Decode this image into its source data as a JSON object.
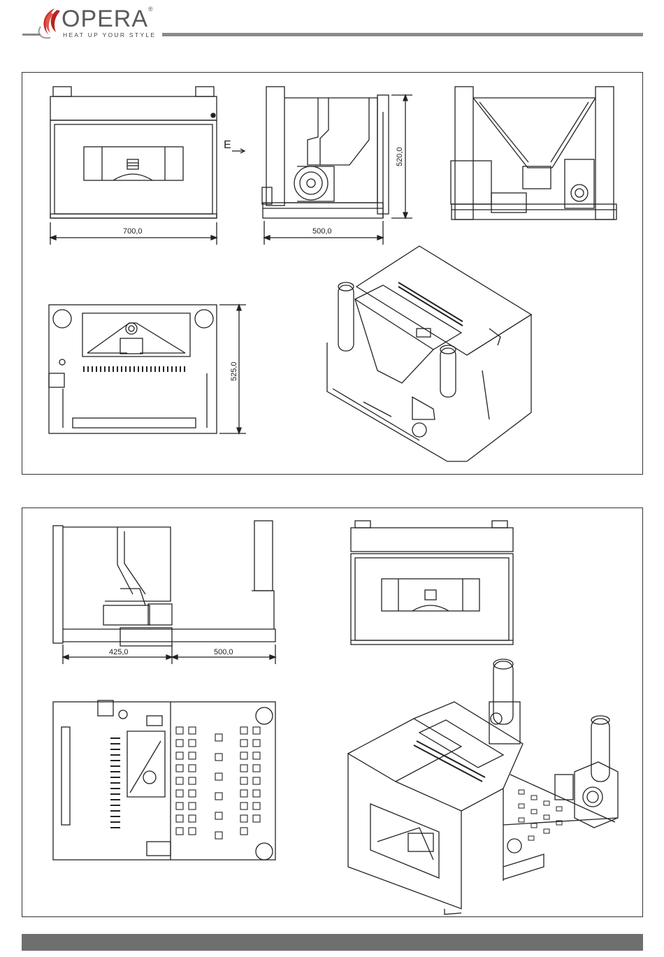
{
  "brand": {
    "name": "OPERA",
    "registered": "®",
    "tagline": "HEAT UP YOUR STYLE",
    "accent_color": "#c8302a",
    "rule_color": "#8a8a8a"
  },
  "panel1": {
    "arrow_label": "E",
    "dim_width_front": "700,0",
    "dim_depth_side": "500,0",
    "dim_height_side": "520,0",
    "dim_height_top": "525,0"
  },
  "panel2": {
    "dim_left": "425,0",
    "dim_right": "500,0"
  },
  "footer": {
    "bar_color": "#6f6f6f"
  }
}
